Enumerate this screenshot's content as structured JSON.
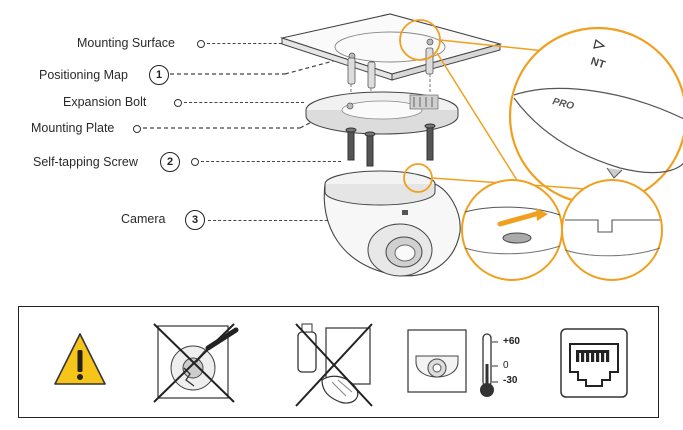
{
  "labels": {
    "mounting_surface": "Mounting Surface",
    "positioning_map": "Positioning Map",
    "expansion_bolt": "Expansion Bolt",
    "mounting_plate": "Mounting Plate",
    "self_tapping_screw": "Self-tapping Screw",
    "camera": "Camera"
  },
  "steps": {
    "positioning_map": "1",
    "self_tapping_screw": "2",
    "camera": "3"
  },
  "zoom_callout": {
    "mark_nt": "NT",
    "mark_pro": "PRO"
  },
  "temperature": {
    "max": "+60",
    "zero": "0",
    "min": "-30"
  },
  "colors": {
    "accent_orange": "#f0a020",
    "warning_fill": "#f7c51a",
    "line": "#333333"
  },
  "icons": [
    "warning-triangle-icon",
    "no-disassembly-icon",
    "no-chemical-cleaning-icon",
    "temperature-range-icon",
    "ethernet-port-icon"
  ]
}
